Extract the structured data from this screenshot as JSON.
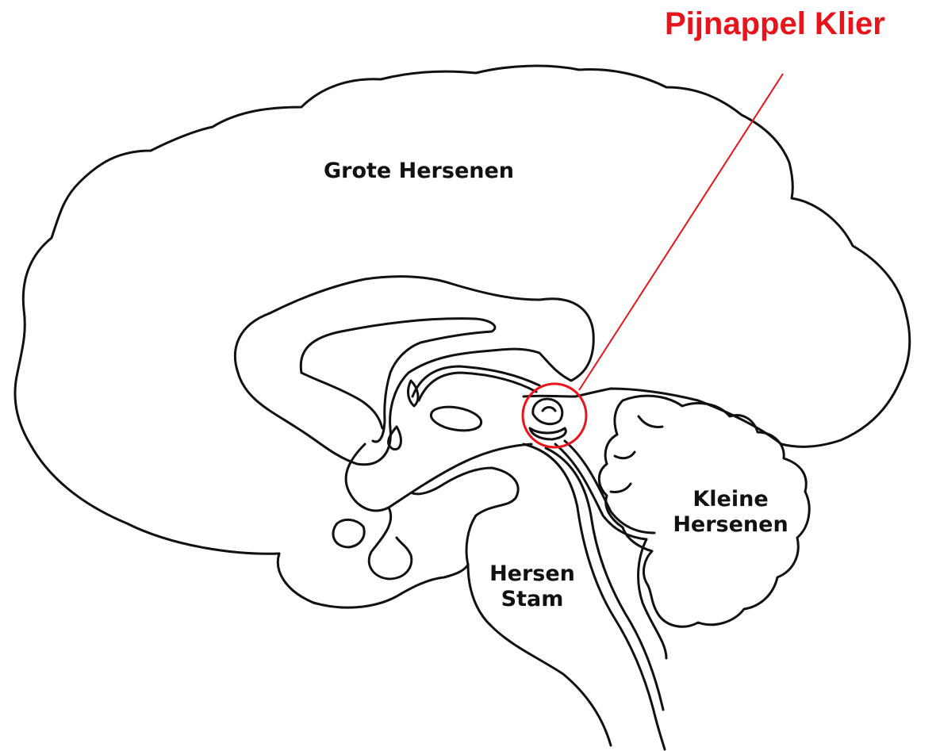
{
  "colors": {
    "outline": "#111111",
    "highlight": "#e8141b",
    "background": "#ffffff"
  },
  "labels": {
    "title": "Pijnappel Klier",
    "cerebrum": "Grote Hersenen",
    "cerebellum_line1": "Kleine",
    "cerebellum_line2": "Hersenen",
    "brainstem_line1": "Hersen",
    "brainstem_line2": "Stam"
  }
}
